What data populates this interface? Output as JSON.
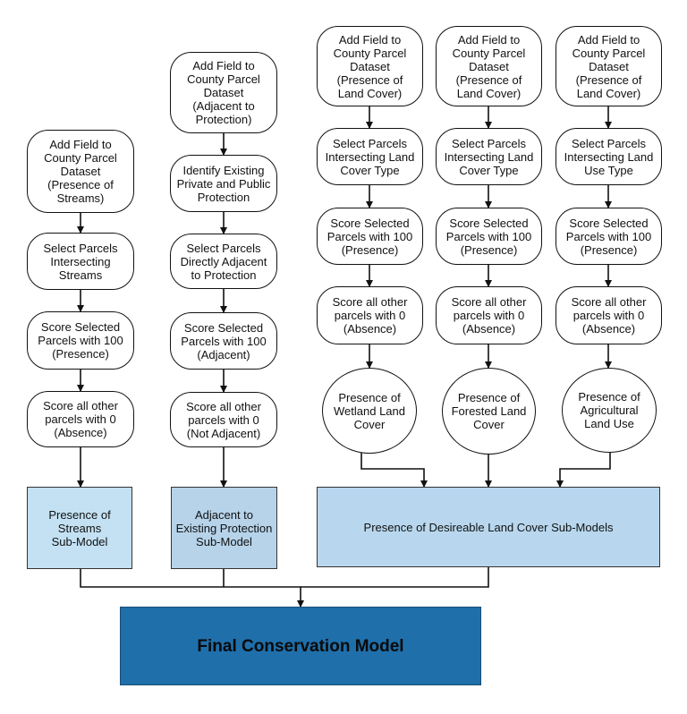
{
  "column_streams": {
    "add_field": "Add Field to\nCounty Parcel\nDataset\n(Presence of\nStreams)",
    "select": "Select Parcels\nIntersecting\nStreams",
    "score_selected": "Score Selected\nParcels with 100\n(Presence)",
    "score_other": "Score all other\nparcels with 0\n(Absence)",
    "submodel": "Presence of\nStreams\nSub-Model"
  },
  "column_adjacent": {
    "add_field": "Add Field to\nCounty Parcel\nDataset\n(Adjacent to\nProtection)",
    "identify": "Identify Existing\nPrivate and Public\nProtection",
    "select": "Select Parcels\nDirectly Adjacent\nto Protection",
    "score_selected": "Score Selected\nParcels with 100\n(Adjacent)",
    "score_other": "Score all other\nparcels with 0\n(Not Adjacent)",
    "submodel": "Adjacent to\nExisting Protection\nSub-Model"
  },
  "column_wetland": {
    "add_field": "Add Field to\nCounty Parcel\nDataset\n(Presence of\nLand Cover)",
    "select": "Select Parcels\nIntersecting Land\nCover Type",
    "score_selected": "Score Selected\nParcels with 100\n(Presence)",
    "score_other": "Score all other\nparcels with 0\n(Absence)",
    "output": "Presence of\nWetland Land\nCover"
  },
  "column_forested": {
    "add_field": "Add Field to\nCounty Parcel\nDataset\n(Presence of\nLand Cover)",
    "select": "Select Parcels\nIntersecting Land\nCover Type",
    "score_selected": "Score Selected\nParcels with 100\n(Presence)",
    "score_other": "Score all other\nparcels with 0\n(Absence)",
    "output": "Presence of\nForested Land\nCover"
  },
  "column_agricultural": {
    "add_field": "Add Field to\nCounty Parcel\nDataset\n(Presence of\nLand Cover)",
    "select": "Select Parcels\nIntersecting Land\nUse Type",
    "score_selected": "Score Selected\nParcels with 100\n(Presence)",
    "score_other": "Score all other\nparcels with 0\n(Absence)",
    "output": "Presence of\nAgricultural\nLand Use"
  },
  "land_cover_submodels": "Presence of Desireable Land Cover Sub-Models",
  "final_model": "Final Conservation Model",
  "colors": {
    "submodel_fill": "#c3e1f3",
    "wide_submodel_fill": "#b8d7ee",
    "final_fill": "#1f6fab",
    "stroke": "#111111"
  }
}
